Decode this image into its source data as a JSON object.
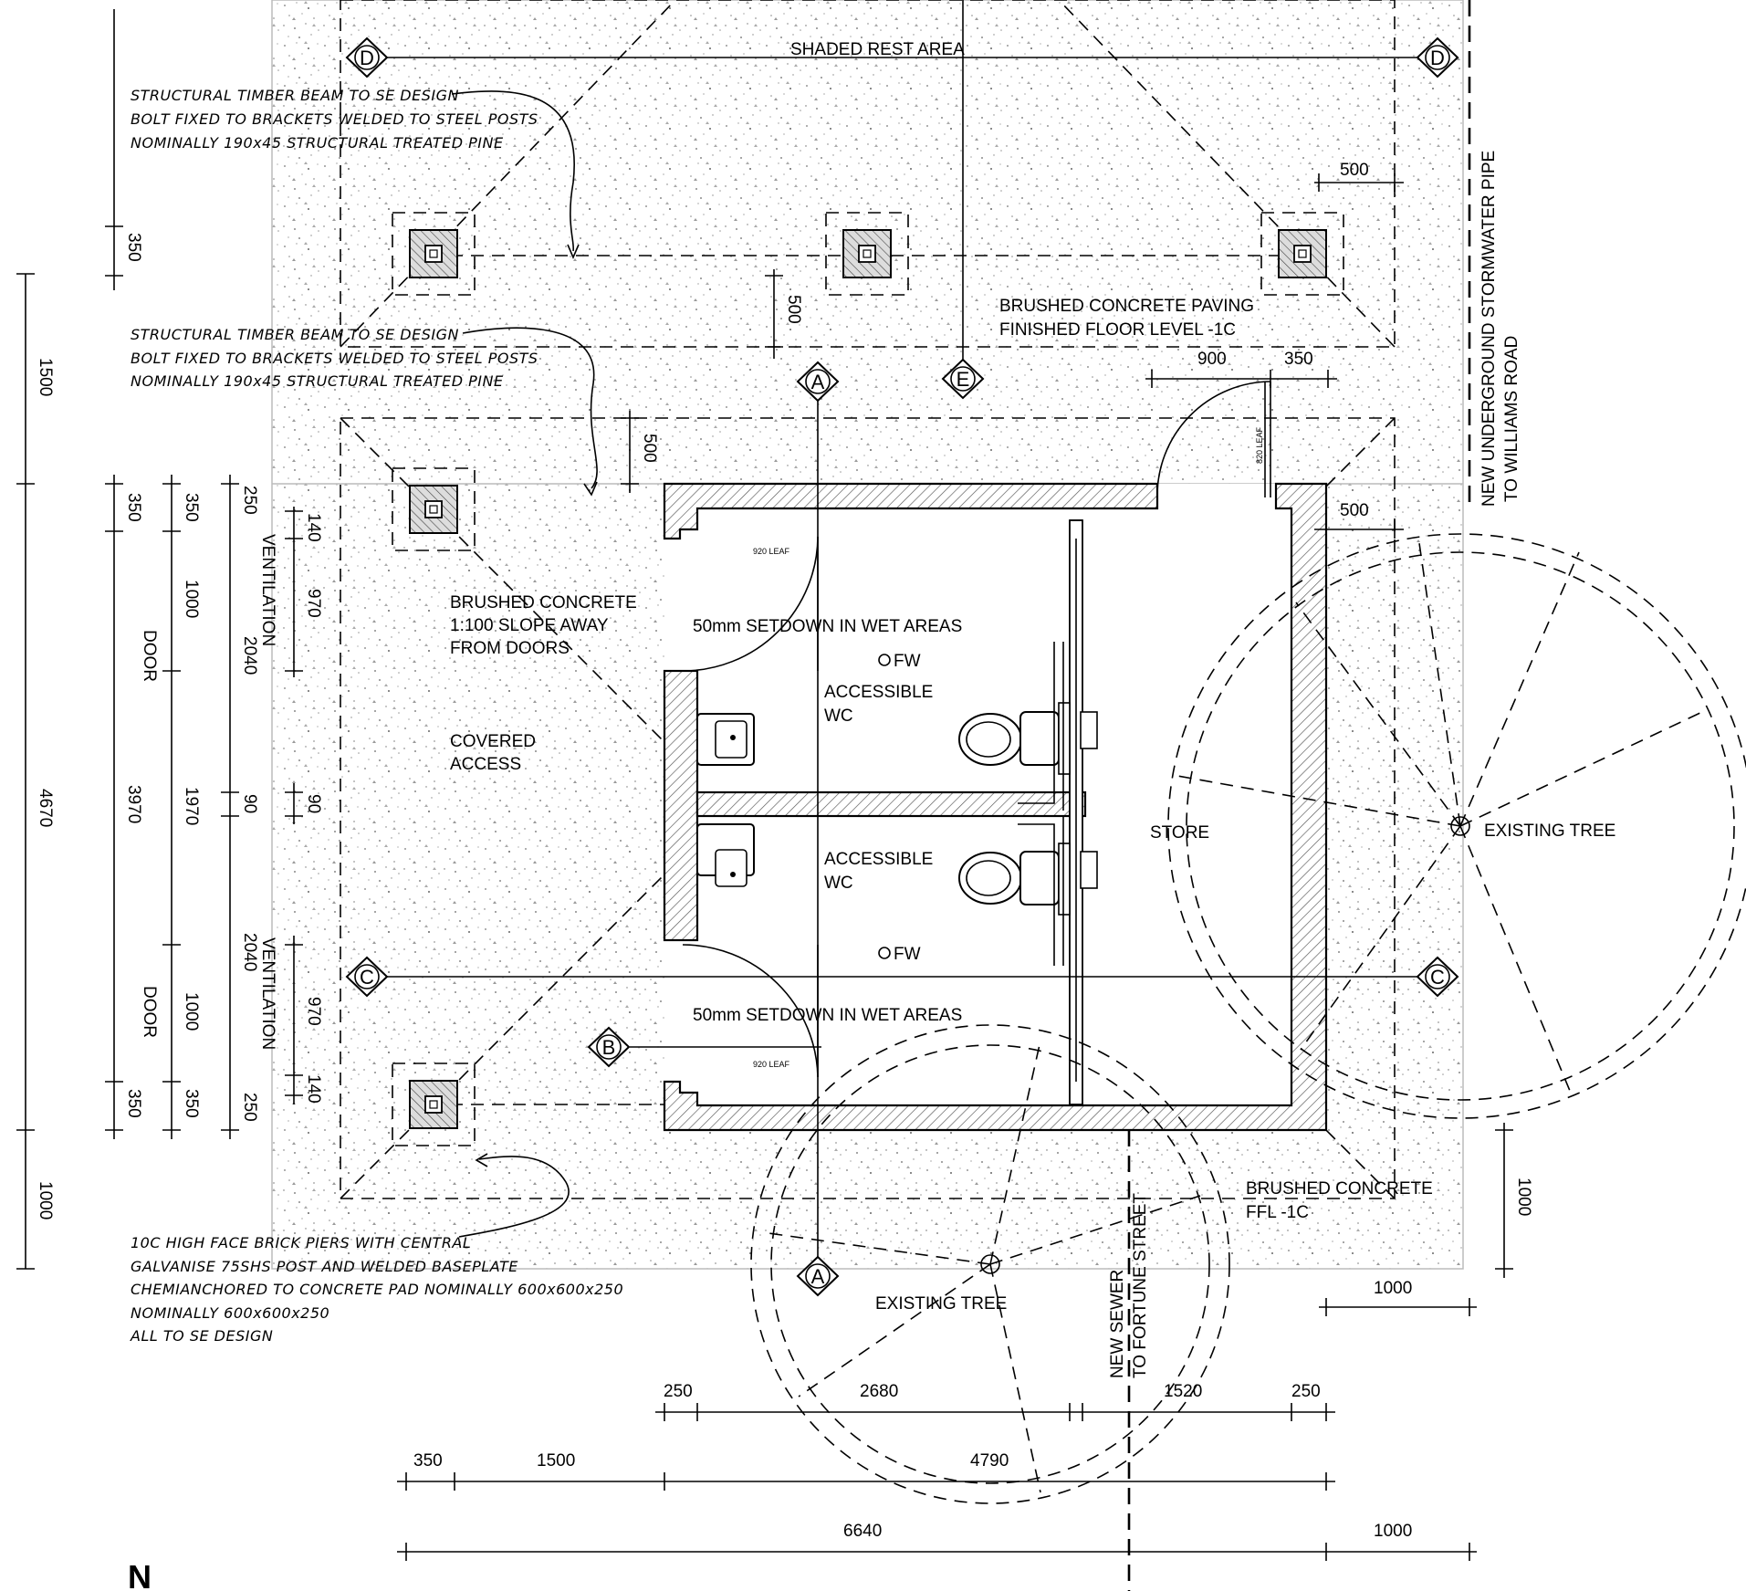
{
  "areas": {
    "shaded_rest_area": "SHADED REST AREA",
    "paving_line1": "BRUSHED CONCRETE PAVING",
    "paving_line2": "FINISHED FLOOR LEVEL -1C",
    "brushed_line1": "BRUSHED CONCRETE",
    "brushed_line2": "1:100 SLOPE AWAY",
    "brushed_line3": "FROM DOORS",
    "covered_line1": "COVERED",
    "covered_line2": "ACCESS",
    "setdown_top": "50mm SETDOWN IN WET AREAS",
    "setdown_bottom": "50mm SETDOWN IN WET AREAS",
    "wc_top_line1": "ACCESSIBLE",
    "wc_top_line2": "WC",
    "wc_bottom_line1": "ACCESSIBLE",
    "wc_bottom_line2": "WC",
    "fw_top": "FW",
    "fw_bottom": "FW",
    "store": "STORE",
    "existing_tree_right": "EXISTING TREE",
    "existing_tree_bottom": "EXISTING TREE",
    "brushed_south_line1": "BRUSHED CONCRETE",
    "brushed_south_line2": "FFL -1C",
    "leaf_top": "920 LEAF",
    "leaf_bottom": "920 LEAF",
    "leaf_store": "820 LEAF",
    "door_top": "DOOR",
    "door_bottom": "DOOR",
    "vent_top": "VENTILATION",
    "vent_bottom": "VENTILATION",
    "north": "N"
  },
  "notes": {
    "beam_a": [
      "STRUCTURAL TIMBER BEAM TO SE DESIGN",
      "BOLT FIXED TO BRACKETS WELDED TO STEEL POSTS",
      "NOMINALLY 190x45 STRUCTURAL TREATED PINE"
    ],
    "beam_b": [
      "STRUCTURAL TIMBER BEAM TO SE DESIGN",
      "BOLT FIXED TO BRACKETS WELDED TO STEEL POSTS",
      "NOMINALLY 190x45 STRUCTURAL TREATED PINE"
    ],
    "piers": [
      "10C HIGH FACE BRICK PIERS WITH CENTRAL",
      "GALVANISE 75SHS POST AND WELDED BASEPLATE",
      "CHEMIANCHORED TO CONCRETE PAD NOMINALLY 600x600x250",
      "NOMINALLY 600x600x250",
      "ALL TO SE DESIGN"
    ]
  },
  "services": {
    "stormwater_line1": "NEW UNDERGROUND STORMWATER PIPE",
    "stormwater_line2": "TO WILLIAMS ROAD",
    "sewer_line1": "NEW SEWER",
    "sewer_line2": "TO FORTUNE STREET"
  },
  "grid": {
    "a": "A",
    "b": "B",
    "c": "C",
    "d": "D",
    "e": "E"
  },
  "dimensions": {
    "left_outer": [
      "1500",
      "4670",
      "1000"
    ],
    "left_350_top": "350",
    "left_mid": [
      "350",
      "3970",
      "350"
    ],
    "left_door": [
      "350",
      "1000",
      "1970",
      "1000",
      "350"
    ],
    "left_vent_col": [
      "250",
      "2040",
      "90",
      "2040",
      "250"
    ],
    "left_vent_inner": [
      "140",
      "970",
      "90",
      "970",
      "140"
    ],
    "top_500_a": "500",
    "top_500_b": "500",
    "top_500_right": "500",
    "top_900": "900",
    "top_350": "350",
    "right_500": "500",
    "right_1000": "1000",
    "bottom_1000_upper": "1000",
    "bottom_row1": [
      "250",
      "2680",
      "1520",
      "250"
    ],
    "bottom_row2": [
      "350",
      "1500",
      "4790"
    ],
    "bottom_row3": [
      "6640",
      "1000"
    ]
  }
}
